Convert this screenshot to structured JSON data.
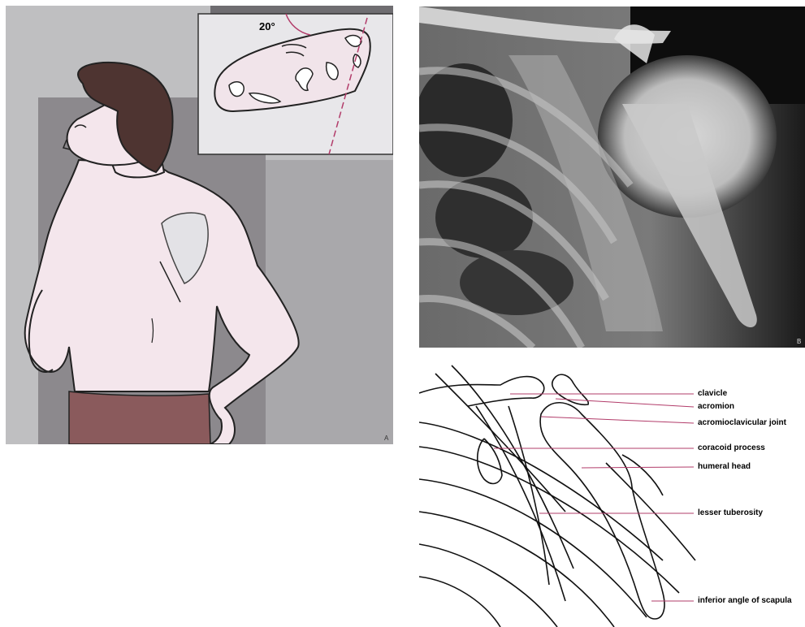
{
  "panel_a": {
    "angle_label": "20°",
    "letter": "A"
  },
  "panel_b": {
    "letter": "B"
  },
  "panel_c": {
    "labels": [
      "clavicle",
      "acromion",
      "acromioclavicular joint",
      "coracoid process",
      "humeral head",
      "lesser tuberosity",
      "inferior angle of scapula"
    ]
  },
  "colors": {
    "skin": "#f4e6ec",
    "hair": "#4e3431",
    "cloth": "#8a5a5c",
    "leader": "#b23c6a",
    "background_gray": "#bfbfc1",
    "dark_gray": "#8c898d"
  }
}
